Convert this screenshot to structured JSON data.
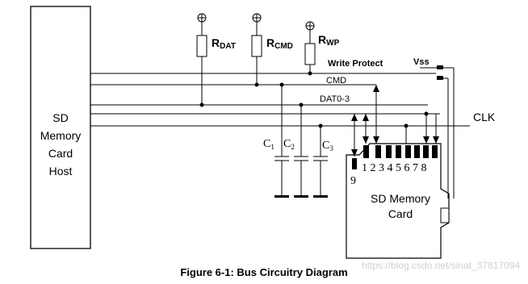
{
  "host": {
    "line1": "SD",
    "line2": "Memory",
    "line3": "Card",
    "line4": "Host"
  },
  "resistors": {
    "dat": {
      "main": "R",
      "sub": "DAT"
    },
    "cmd": {
      "main": "R",
      "sub": "CMD"
    },
    "wp": {
      "main": "R",
      "sub": "WP"
    }
  },
  "signals": {
    "write_protect": "Write Protect",
    "vss": "Vss",
    "cmd": "CMD",
    "dat": "DAT0-3",
    "clk": "CLK"
  },
  "capacitors": {
    "c1": {
      "main": "C",
      "sub": "1"
    },
    "c2": {
      "main": "C",
      "sub": "2"
    },
    "c3": {
      "main": "C",
      "sub": "3"
    }
  },
  "card": {
    "line1": "SD Memory",
    "line2": "Card"
  },
  "pins": {
    "pin9": "9",
    "pins1to8": "1 2 3 4 5 6 7 8"
  },
  "caption": "Figure 6-1: Bus Circuitry Diagram",
  "watermark": "https://blog.csdn.net/sinat_37817094"
}
